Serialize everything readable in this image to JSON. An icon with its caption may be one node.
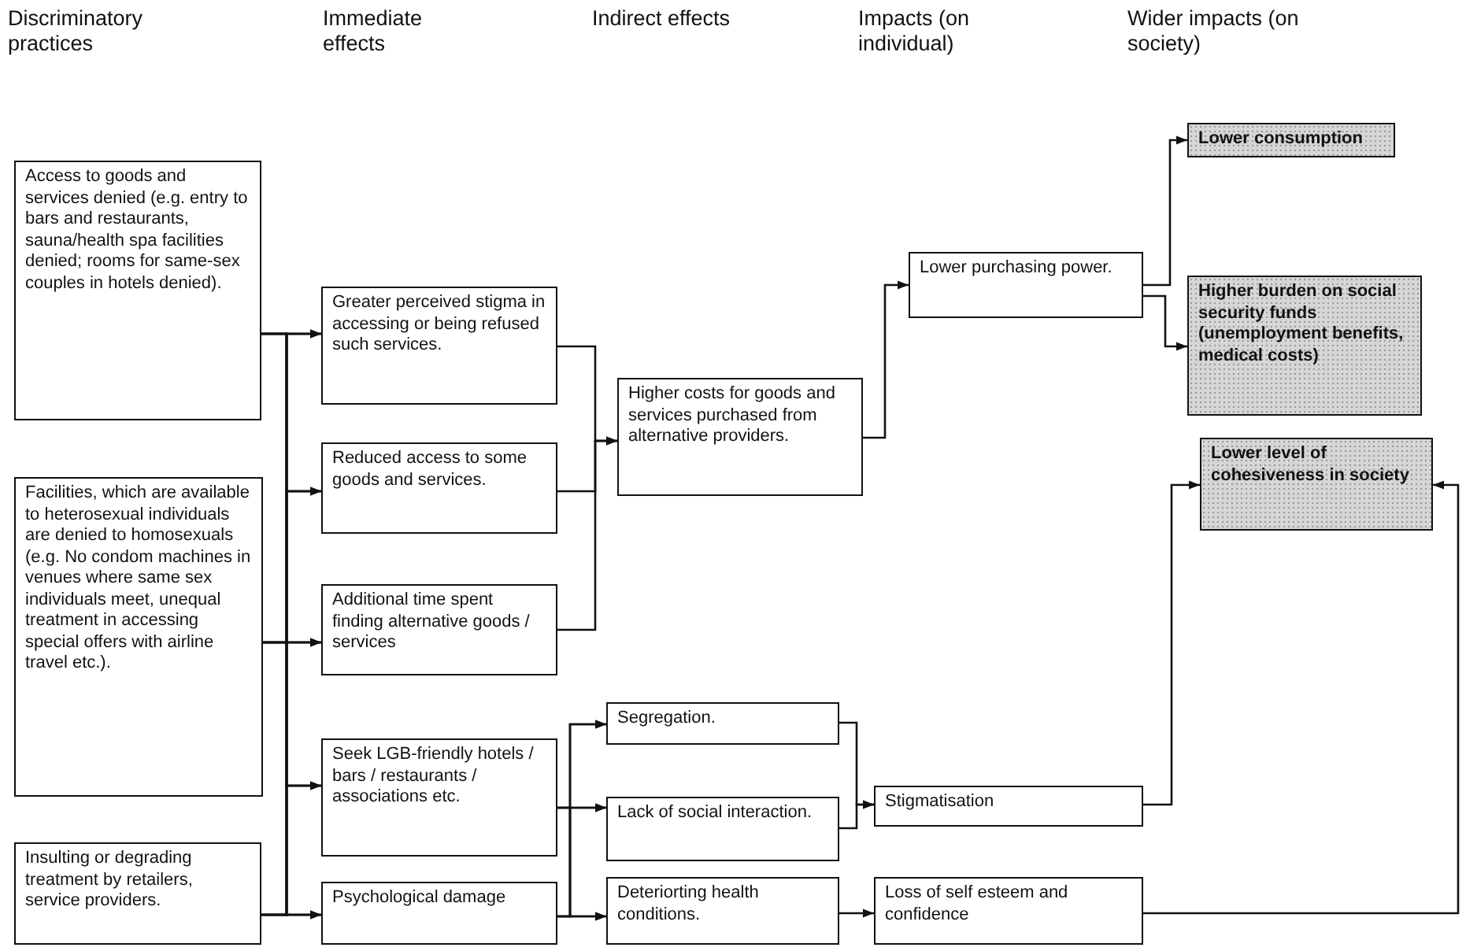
{
  "diagram": {
    "nodes": [
      {
        "text": [
          "Access to goods and services denied (e.g. entry to bars and restaurants, sauna/health spa facilities denied; rooms for same-sex couples in hotels denied)."
        ]
      },
      {
        "text": [
          "Facilities, which are available to heterosexual individuals are denied to homosexuals (e.g. No condom machines in venues where same sex individuals meet, unequal treatment in accessing special offers with airline travel etc.)."
        ]
      },
      {
        "text": [
          "Insulting or degrading treatment by retailers, service providers."
        ]
      },
      {
        "text": [
          "Greater perceived stigma in accessing or being refused such services."
        ]
      },
      {
        "text": [
          "Reduced access to some goods and services."
        ]
      },
      {
        "text": [
          "Additional time spent finding alternative goods / services"
        ]
      },
      {
        "text": [
          "Seek LGB-friendly hotels / bars / restaurants / associations etc."
        ]
      },
      {
        "text": [
          "Psychological damage"
        ]
      },
      {
        "text": [
          "Higher costs for goods and services purchased from alternative providers."
        ]
      },
      {
        "text": [
          "Lower purchasing power."
        ]
      },
      {
        "text": [
          "Lower consumption"
        ]
      },
      {
        "text": [
          "Higher burden on social security funds (unemployment benefits, medical costs)"
        ]
      },
      {
        "text": [
          "Lower level of cohesiveness in society"
        ]
      },
      {
        "text": [
          "Segregation."
        ]
      },
      {
        "text": [
          "Lack of social interaction."
        ]
      },
      {
        "text": [
          "Deteriorting health conditions."
        ]
      },
      {
        "text": [
          "Stigmatisation"
        ]
      },
      {
        "text": [
          "Loss of self esteem and confidence"
        ]
      }
    ],
    "edges": [
      {
        "from": 0,
        "to": 3,
        "arrow": "to"
      },
      {
        "from": 0,
        "to": 4,
        "arrow": "to"
      },
      {
        "from": 0,
        "to": 5,
        "arrow": "to"
      },
      {
        "from": 0,
        "to": 6,
        "arrow": "to"
      },
      {
        "from": 0,
        "to": 7,
        "arrow": "to"
      },
      {
        "from": 1,
        "to": 3,
        "arrow": "to"
      },
      {
        "from": 1,
        "to": 4,
        "arrow": "to"
      },
      {
        "from": 1,
        "to": 5,
        "arrow": "to"
      },
      {
        "from": 1,
        "to": 6,
        "arrow": "to"
      },
      {
        "from": 1,
        "to": 7,
        "arrow": "to"
      },
      {
        "from": 2,
        "to": 3,
        "arrow": "to"
      },
      {
        "from": 2,
        "to": 4,
        "arrow": "to"
      },
      {
        "from": 2,
        "to": 5,
        "arrow": "to"
      },
      {
        "from": 2,
        "to": 6,
        "arrow": "to"
      },
      {
        "from": 2,
        "to": 7,
        "arrow": "to"
      },
      {
        "from": 3,
        "to": 8,
        "arrow": "to"
      },
      {
        "from": 4,
        "to": 8,
        "arrow": "to"
      },
      {
        "from": 5,
        "to": 8,
        "arrow": "to"
      },
      {
        "from": 8,
        "to": 9,
        "arrow": "to"
      },
      {
        "from": 9,
        "to": 10,
        "arrow": "to"
      },
      {
        "from": 9,
        "to": 11,
        "arrow": "to"
      },
      {
        "from": 6,
        "to": 13,
        "arrow": "to"
      },
      {
        "from": 6,
        "to": 14,
        "arrow": "to"
      },
      {
        "from": 6,
        "to": 15,
        "arrow": "to"
      },
      {
        "from": 7,
        "to": 13,
        "arrow": "to"
      },
      {
        "from": 7,
        "to": 14,
        "arrow": "to"
      },
      {
        "from": 7,
        "to": 15,
        "arrow": "to"
      },
      {
        "from": 13,
        "to": 16,
        "arrow": "to"
      },
      {
        "from": 14,
        "to": 16,
        "arrow": "to"
      },
      {
        "from": 15,
        "to": 17,
        "arrow": "to"
      },
      {
        "from": 16,
        "to": 12,
        "arrow": "to"
      },
      {
        "from": 17,
        "to": 12,
        "arrow": "to"
      }
    ],
    "labels": [
      "Discriminatory practices",
      "Immediate effects",
      "Indirect effects",
      "Impacts (on individual)",
      "Wider impacts (on society)"
    ]
  }
}
